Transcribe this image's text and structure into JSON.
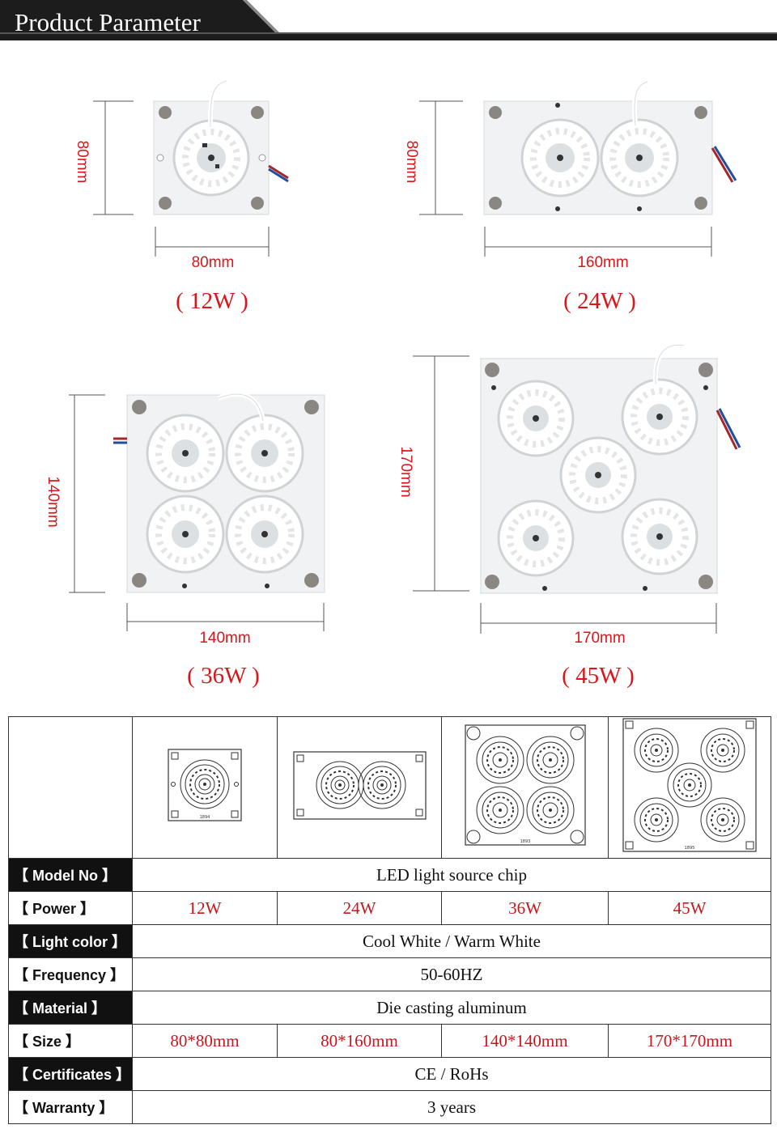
{
  "header": {
    "title": "Product Parameter"
  },
  "products": [
    {
      "width_label": "80mm",
      "height_label": "80mm",
      "watt_label": "( 12W )"
    },
    {
      "width_label": "160mm",
      "height_label": "80mm",
      "watt_label": "( 24W )"
    },
    {
      "width_label": "140mm",
      "height_label": "140mm",
      "watt_label": "( 36W )"
    },
    {
      "width_label": "170mm",
      "height_label": "170mm",
      "watt_label": "( 45W )"
    }
  ],
  "table": {
    "rows": [
      {
        "label": "【 Model No 】",
        "value": "LED light source chip"
      },
      {
        "label": "【 Power  】",
        "values": [
          "12W",
          "24W",
          "36W",
          "45W"
        ]
      },
      {
        "label": "【  Light color 】",
        "value": "Cool White / Warm White"
      },
      {
        "label": "【  Frequency  】",
        "value": "50-60HZ"
      },
      {
        "label": "【 Material 】",
        "value": "Die casting aluminum"
      },
      {
        "label": "【 Size 】",
        "values": [
          "80*80mm",
          "80*160mm",
          "140*140mm",
          "170*170mm"
        ]
      },
      {
        "label": "【 Certificates 】",
        "value": "CE / RoHs"
      },
      {
        "label": "【 Warranty 】",
        "value": "3 years"
      }
    ],
    "diagram_codes": [
      "1894",
      "1893",
      "1895"
    ]
  },
  "colors": {
    "accent": "#d8171c",
    "header_bg": "#1a1a1a",
    "label_bg": "#111111"
  }
}
